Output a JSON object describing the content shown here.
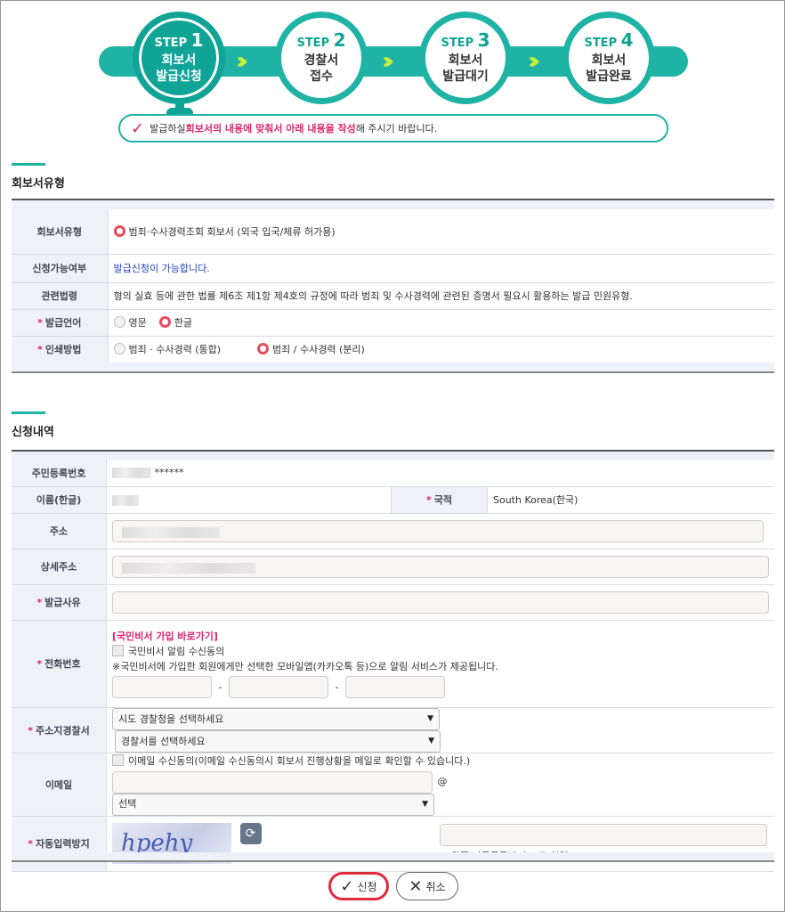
{
  "steps": [
    {
      "prefix": "STEP",
      "num": "1",
      "line1": "회보서",
      "line2": "발급신청"
    },
    {
      "prefix": "STEP",
      "num": "2",
      "line1": "경찰서",
      "line2": "접수"
    },
    {
      "prefix": "STEP",
      "num": "3",
      "line1": "회보서",
      "line2": "발급대기"
    },
    {
      "prefix": "STEP",
      "num": "4",
      "line1": "회보서",
      "line2": "발급완료"
    }
  ],
  "notice": {
    "pre": "발급하실 ",
    "highlight": "회보서의 내용에 맞춰서 아래 내용을 작성",
    "post": "해 주시기 바랍니다."
  },
  "section1": {
    "title": "회보서유형",
    "rows": {
      "type_label": "회보서유형",
      "type_value": "범죄·수사경력조회 회보서 (외국 입국/체류 허가용)",
      "avail_label": "신청가능여부",
      "avail_value": "발급신청이 가능합니다.",
      "law_label": "관련법령",
      "law_value": "형의 실효 등에 관한 법률 제6조 제1항 제4호의 규정에 따라 범죄 및 수사경력에 관련된 증명서 필요시 활용하는 발급 민원유형.",
      "lang_label": "발급언어",
      "lang_opt1": "영문",
      "lang_opt2": "한글",
      "print_label": "인쇄방법",
      "print_opt1": "범죄 · 수사경력 (통합)",
      "print_opt2": "범죄 / 수사경력 (분리)"
    }
  },
  "section2": {
    "title": "신청내역",
    "rrn_label": "주민등록번호",
    "rrn_mask": "******",
    "name_label": "이름(한글)",
    "nation_label": "국적",
    "nation_value": "South Korea(한국)",
    "addr_label": "주소",
    "addr_detail_label": "상세주소",
    "reason_label": "발급사유",
    "phone_label": "전화번호",
    "phone_link": "[국민비서 가입 바로가기]",
    "phone_consent": "국민비서 알림 수신동의",
    "phone_note": "※국민비서에 가입한 회원에게만 선택한 모바일앱(카카오톡 등)으로 알림 서비스가 제공됩니다.",
    "phone_sep": "-",
    "police_label": "주소지경찰서",
    "police_sel1": "시도 경찰청을 선택하세요",
    "police_sel2": "경찰서를 선택하세요",
    "email_label": "이메일",
    "email_consent": "이메일 수신동의(이메일 수신동의시 회보서 진행상황을 메일로 확인할 수 있습니다.)",
    "email_at": "@",
    "email_domain": "선택",
    "captcha_label": "자동입력방지",
    "captcha_text": "hpehy",
    "captcha_note": "※ 왼쪽 자동등록방지 코드 입력."
  },
  "buttons": {
    "submit": "신청",
    "cancel": "취소"
  },
  "colors": {
    "accent": "#1fb3a6",
    "highlight": "#e0246b",
    "chevron": "#c7ee3a"
  }
}
